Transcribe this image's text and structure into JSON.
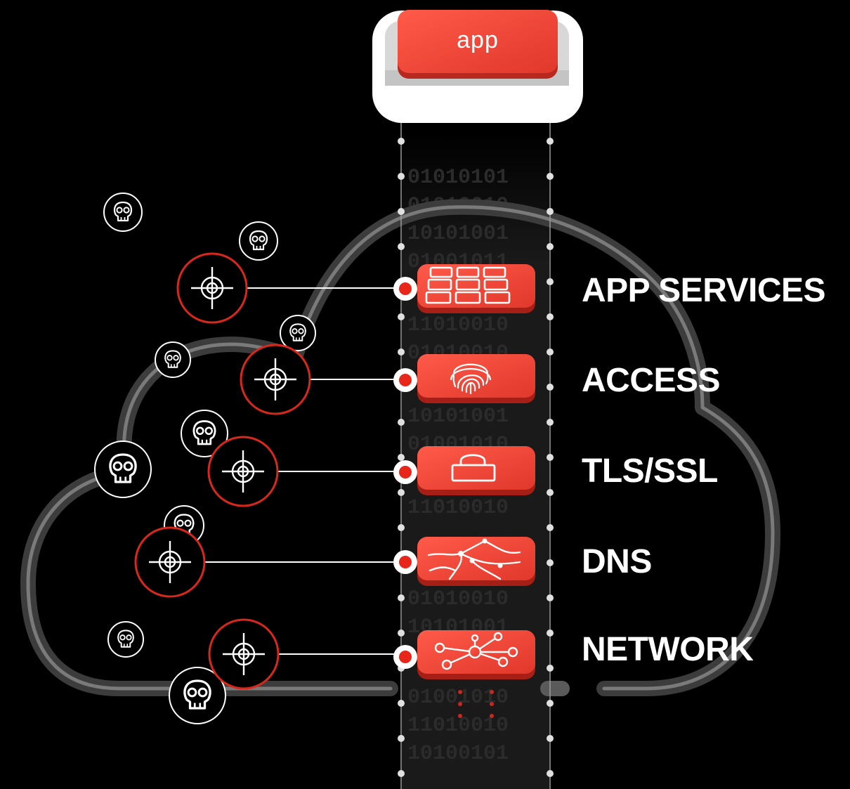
{
  "app_badge": {
    "label": "app",
    "icon": "app-icon"
  },
  "layers": [
    {
      "id": "app-services",
      "label": "APP SERVICES",
      "icon": "grid-icon"
    },
    {
      "id": "access",
      "label": "ACCESS",
      "icon": "fingerprint-icon"
    },
    {
      "id": "tls-ssl",
      "label": "TLS/SSL",
      "icon": "lock-icon"
    },
    {
      "id": "dns",
      "label": "DNS",
      "icon": "map-icon"
    },
    {
      "id": "network",
      "label": "NETWORK",
      "icon": "network-hub-icon"
    }
  ],
  "threat_icons": {
    "target": "crosshair-icon",
    "attacker": "skull-icon"
  },
  "colors": {
    "accent": "#e8392c",
    "tile": "#f0463a",
    "background": "#000000",
    "cloud_outline": "#555555",
    "text": "#ffffff"
  }
}
